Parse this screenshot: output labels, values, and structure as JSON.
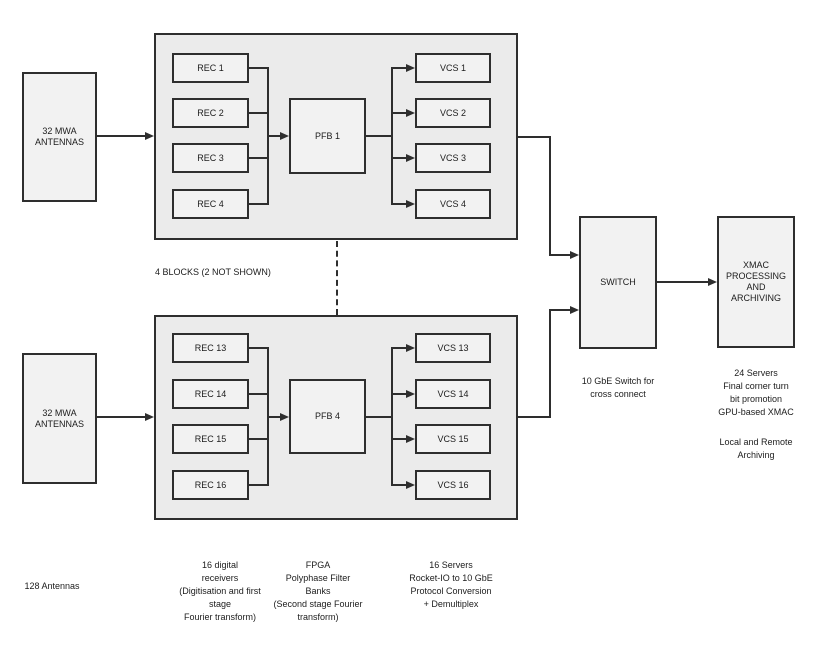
{
  "colors": {
    "background": "#ffffff",
    "group_fill": "#ebebeb",
    "inner_fill": "#f2f2f2",
    "border": "#2e2e2e",
    "line": "#2e2e2e",
    "text": "#1c1c1c"
  },
  "top_block": {
    "antennas_label": "32 MWA\nANTENNAS",
    "rec_units": [
      "REC 1",
      "REC 2",
      "REC 3",
      "REC 4"
    ],
    "pfb_label": "PFB 1",
    "vcs_units": [
      "VCS 1",
      "VCS 2",
      "VCS 3",
      "VCS 4"
    ]
  },
  "bottom_block": {
    "antennas_label": "32 MWA\nANTENNAS",
    "rec_units": [
      "REC 13",
      "REC 14",
      "REC 15",
      "REC 16"
    ],
    "pfb_label": "PFB 4",
    "vcs_units": [
      "VCS 13",
      "VCS 14",
      "VCS 15",
      "VCS 16"
    ]
  },
  "switch": {
    "label": "SWITCH"
  },
  "xmac": {
    "label": "XMAC\nPROCESSING\nAND\nARCHIVING"
  },
  "annotations": {
    "blocks_note": "4 BLOCKS (2 NOT SHOWN)",
    "switch_note": "10 GbE Switch for\ncross connect",
    "xmac_note": "24 Servers\nFinal corner turn\nbit promotion\nGPU-based XMAC",
    "archiving_note": "Local and Remote\nArchiving",
    "antennas_note": "128 Antennas",
    "receivers_note": "16 digital\nreceivers\n(Digitisation and first\nstage\nFourier transform)",
    "pfb_note": "FPGA\nPolyphase Filter\nBanks\n(Second stage Fourier\ntransform)",
    "servers_note": "16 Servers\nRocket-IO to 10 GbE\nProtocol Conversion\n+ Demultiplex"
  }
}
